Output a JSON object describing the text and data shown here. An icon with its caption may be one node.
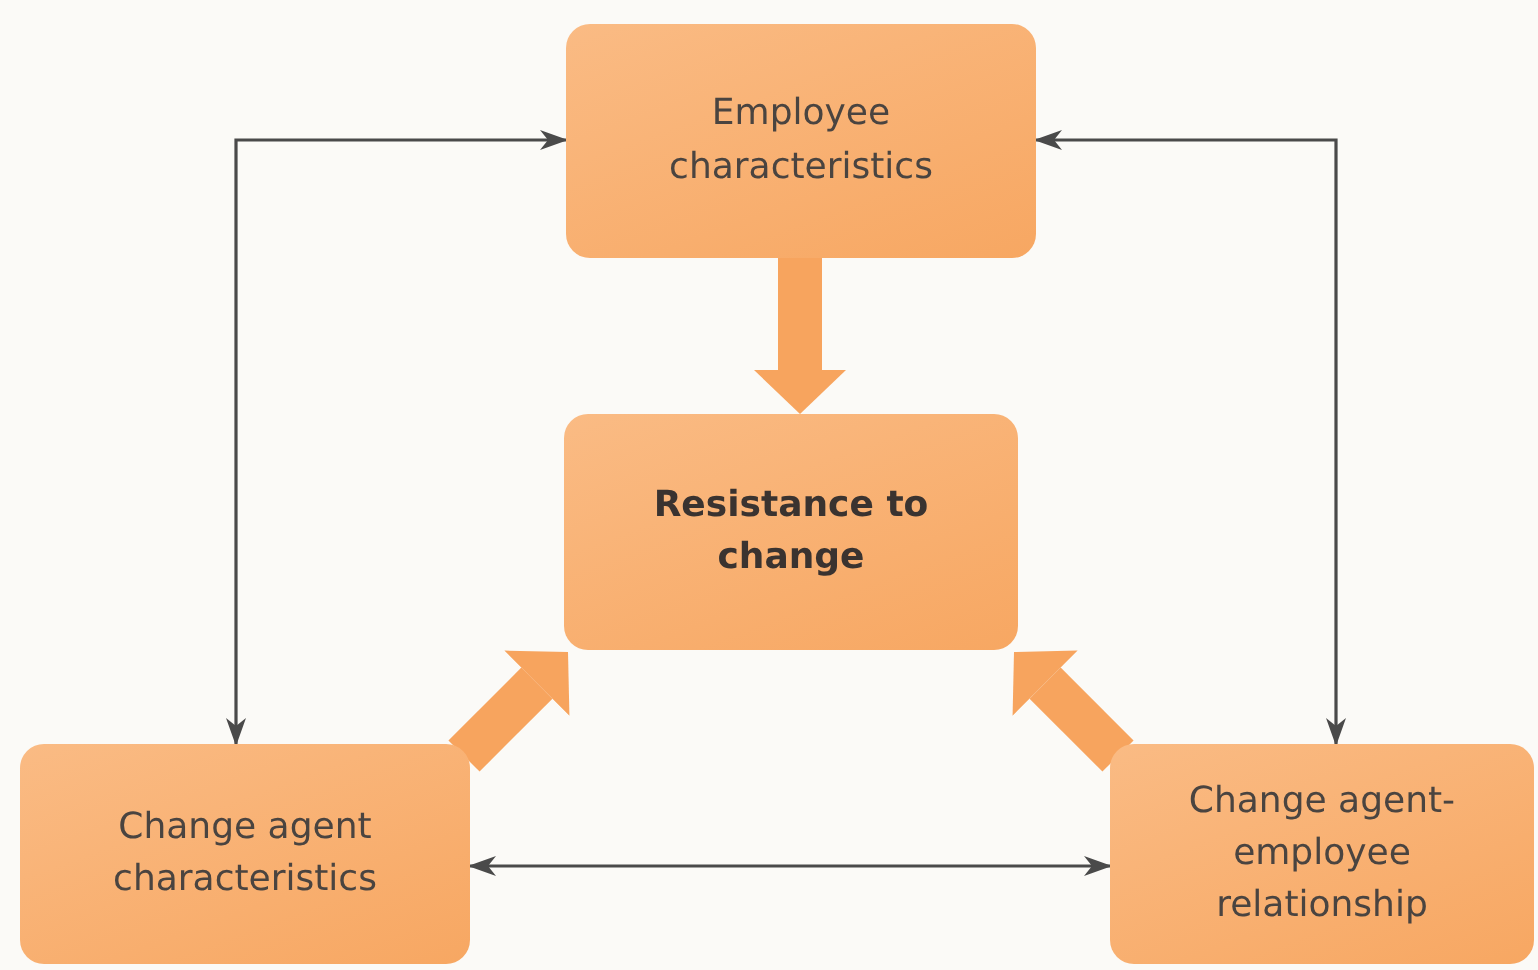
{
  "diagram": {
    "nodes": [
      {
        "text": [
          "Employee characteristics"
        ]
      },
      {
        "text": [
          "Resistance to change"
        ]
      },
      {
        "text": [
          "Change agent characteristics"
        ]
      },
      {
        "text": [
          "Change agent-employee relationship"
        ]
      }
    ],
    "edges": [
      {
        "from": 0,
        "to": 1,
        "arrow": "to",
        "style": "thick"
      },
      {
        "from": 2,
        "to": 1,
        "arrow": "to",
        "style": "thick"
      },
      {
        "from": 3,
        "to": 1,
        "arrow": "to",
        "style": "thick"
      },
      {
        "from": 2,
        "to": 0,
        "arrow": "both",
        "color": "#4a4a4a"
      },
      {
        "from": 3,
        "to": 0,
        "arrow": "both",
        "color": "#4a4a4a"
      },
      {
        "from": 2,
        "to": 3,
        "arrow": "both",
        "color": "#4a4a4a"
      }
    ]
  }
}
